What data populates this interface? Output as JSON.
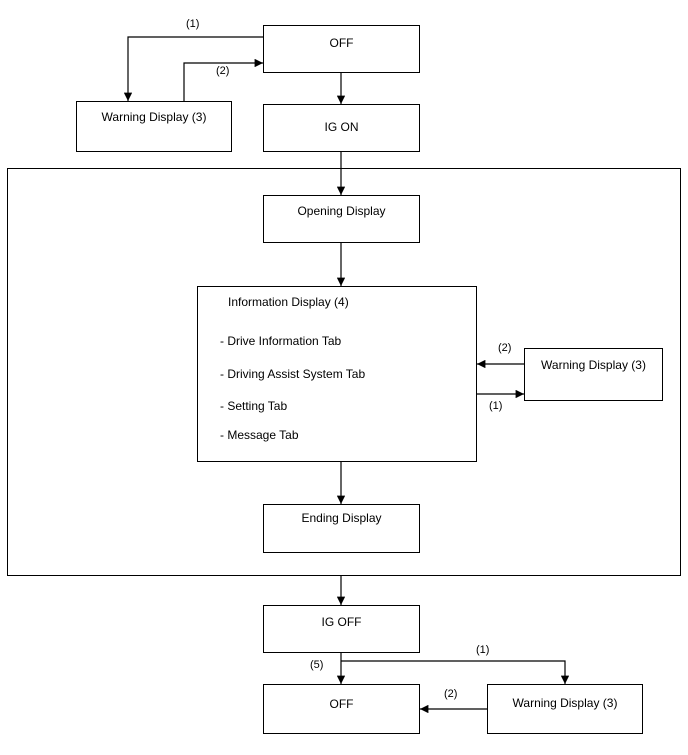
{
  "boxes": {
    "off_top": "OFF",
    "warning_top": "Warning Display (3)",
    "ig_on": "IG ON",
    "opening": "Opening Display",
    "info_title": "Information Display (4)",
    "info_items": [
      "- Drive Information Tab",
      "- Driving Assist System Tab",
      "- Setting Tab",
      "- Message Tab"
    ],
    "warning_mid": "Warning Display (3)",
    "ending": "Ending Display",
    "ig_off": "IG OFF",
    "off_bottom": "OFF",
    "warning_bottom": "Warning Display (3)"
  },
  "labels": {
    "top_1": "(1)",
    "top_2": "(2)",
    "mid_2": "(2)",
    "mid_1": "(1)",
    "bottom_5": "(5)",
    "bottom_1": "(1)",
    "bottom_2": "(2)"
  }
}
